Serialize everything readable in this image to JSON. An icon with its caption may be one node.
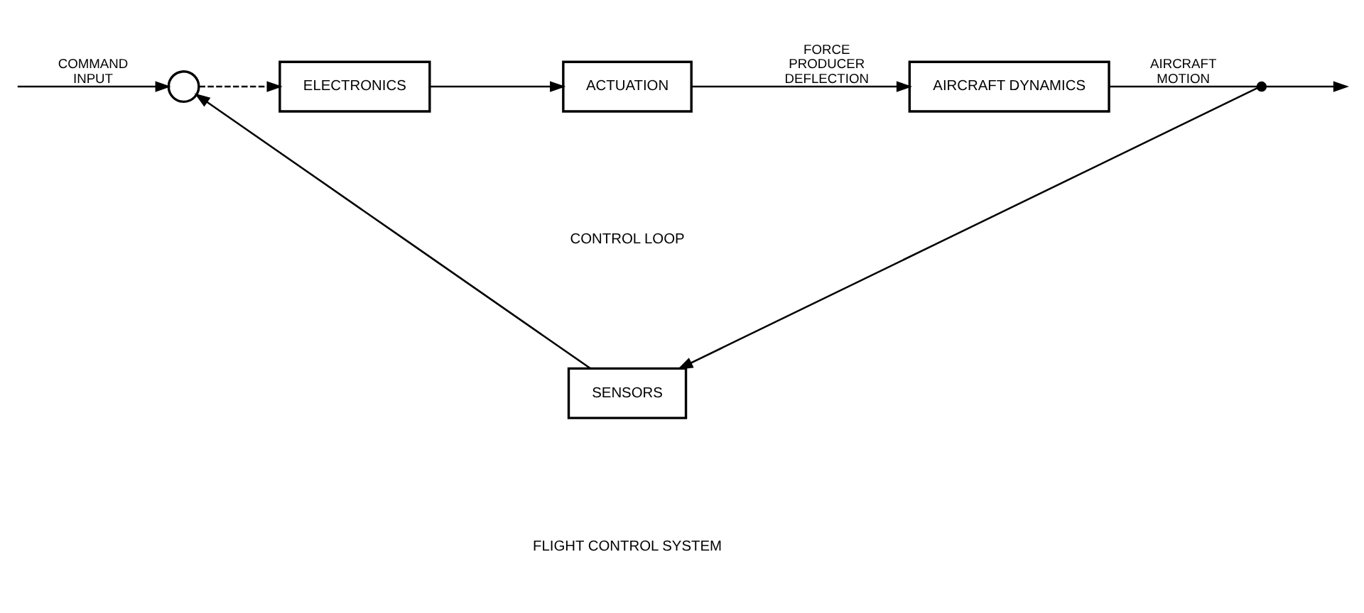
{
  "diagram": {
    "nodes": [
      {
        "text": [],
        "shape": "circle"
      },
      {
        "text": [
          "ELECTRONICS"
        ]
      },
      {
        "text": [
          "ACTUATION"
        ]
      },
      {
        "text": [
          "AIRCRAFT DYNAMICS"
        ]
      },
      {
        "text": [
          "SENSORS"
        ]
      },
      {
        "text": [],
        "shape": "dot"
      }
    ],
    "edges": [
      {
        "from": null,
        "to": 0,
        "arrow": "to",
        "label": "COMMAND INPUT"
      },
      {
        "from": 0,
        "to": 1,
        "arrow": "to",
        "style": "dashed"
      },
      {
        "from": 1,
        "to": 2,
        "arrow": "to"
      },
      {
        "from": 2,
        "to": 3,
        "arrow": "to",
        "label": "FORCE PRODUCER DEFLECTION"
      },
      {
        "from": 3,
        "to": 5,
        "arrow": "none",
        "label": "AIRCRAFT MOTION"
      },
      {
        "from": 5,
        "to": null,
        "arrow": "to"
      },
      {
        "from": 5,
        "to": 4,
        "arrow": "to"
      },
      {
        "from": 4,
        "to": 0,
        "arrow": "to"
      }
    ],
    "labels": [
      "CONTROL LOOP",
      "FLIGHT CONTROL SYSTEM"
    ]
  }
}
